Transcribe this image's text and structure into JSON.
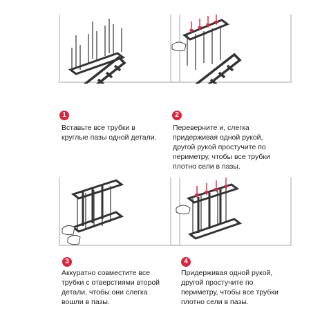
{
  "steps": [
    {
      "number": "1",
      "text": "Вставьте все трубки в\nкруглые пазы одной детали."
    },
    {
      "number": "2",
      "text": "Переверните и, слегка\nпридерживая одной рукой,\nдругой рукой простучите по\nпериметру, чтобы все трубки\nплотно сели в пазы."
    },
    {
      "number": "3",
      "text": "Аккуратно совместите все\nтрубки с отверстиями второй\nдетали, чтобы они слегка\nвошли в пазы."
    },
    {
      "number": "4",
      "text": "Придерживая одной рукой,\nдругой простучите по\nпериметру, чтобы все трубки\nплотно сели в пазы."
    }
  ],
  "colors": {
    "accent": "#d7263d",
    "frame": "#b3b3b3",
    "metal": "#555555"
  }
}
